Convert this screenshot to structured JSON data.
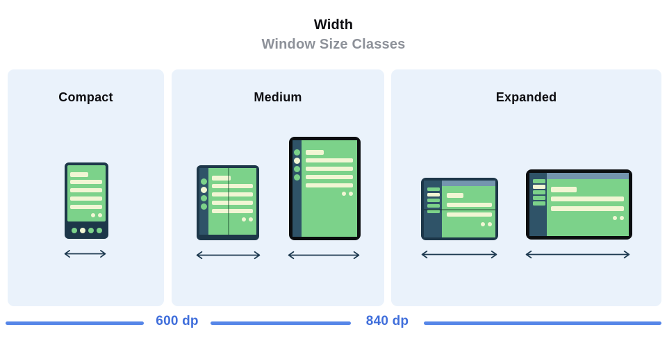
{
  "header": {
    "title": "Width",
    "subtitle": "Window Size Classes"
  },
  "panels": [
    {
      "id": "compact",
      "label": "Compact",
      "devices": [
        "phone-portrait"
      ]
    },
    {
      "id": "medium",
      "label": "Medium",
      "devices": [
        "foldable-portrait",
        "tablet-portrait"
      ]
    },
    {
      "id": "expanded",
      "label": "Expanded",
      "devices": [
        "foldable-landscape",
        "tablet-landscape"
      ]
    }
  ],
  "breakpoints": [
    {
      "label": "600 dp"
    },
    {
      "label": "840 dp"
    }
  ],
  "colors": {
    "panel_bg": "#eaf2fb",
    "device_frame_navy": "#1d3749",
    "device_frame_black": "#0c0e10",
    "nav_rail_navy": "#2f5368",
    "screen_green": "#7cd28a",
    "content_cream": "#f2f6d4",
    "app_bar_blue": "#7495ae",
    "arrow_navy": "#1e3a50",
    "ruler_line_blue": "#5686e8",
    "ruler_text_blue": "#3f6edb",
    "subtitle_gray": "#8d9199"
  }
}
